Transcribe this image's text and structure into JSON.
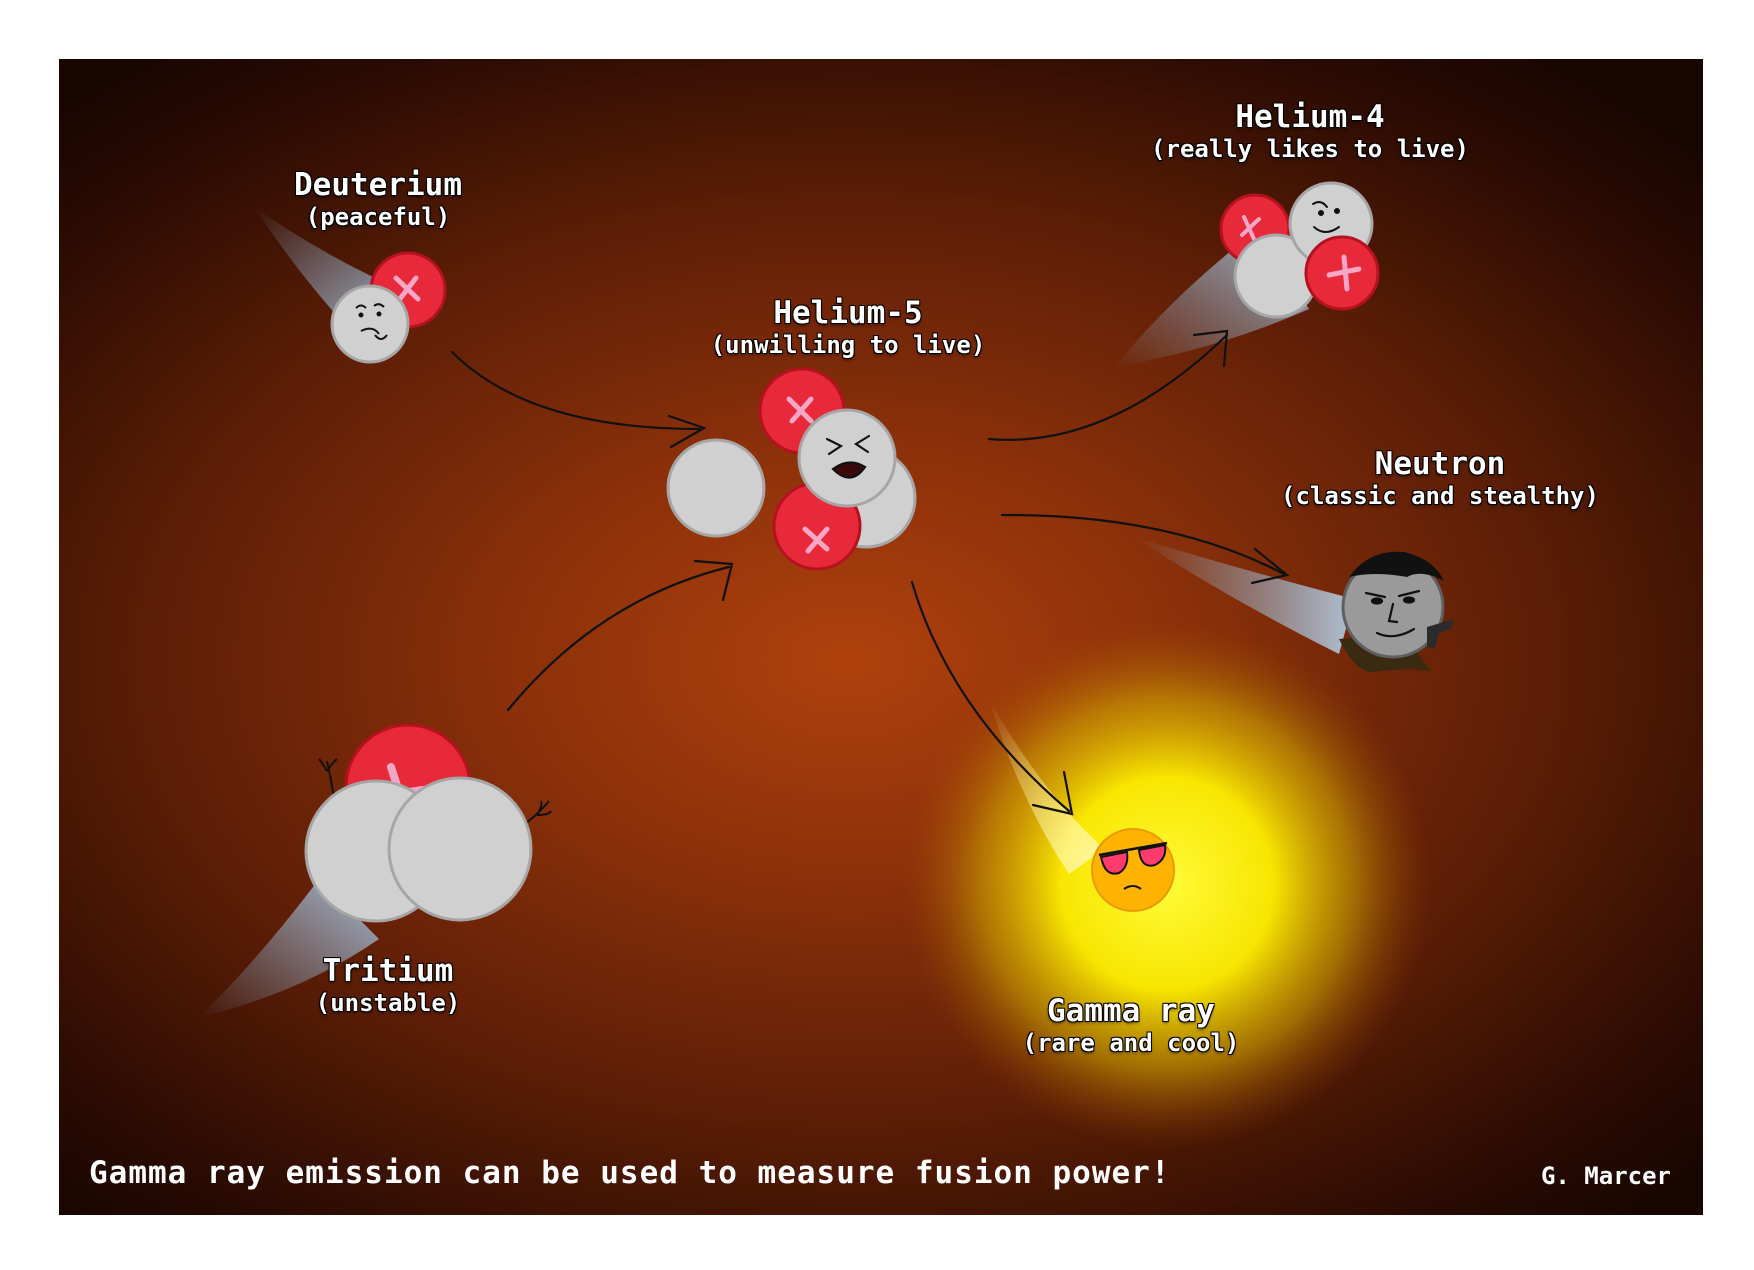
{
  "particles": {
    "deuterium": {
      "name": "Deuterium",
      "description": "(peaceful)"
    },
    "tritium": {
      "name": "Tritium",
      "description": "(unstable)"
    },
    "helium5": {
      "name": "Helium-5",
      "description": "(unwilling to live)"
    },
    "helium4": {
      "name": "Helium-4",
      "description": "(really likes to live)"
    },
    "neutron": {
      "name": "Neutron",
      "description": "(classic and stealthy)"
    },
    "gamma": {
      "name": "Gamma ray",
      "description": "(rare and cool)"
    }
  },
  "caption": "Gamma ray emission can be used to measure fusion power!",
  "credit": "G. Marcer",
  "colors": {
    "proton": "#e8293a",
    "neutron_ball": "#cfcfcf",
    "gamma_glow": "#fff200",
    "background_center": "#b0410c",
    "background_edge": "#1a0601"
  },
  "icons": [
    "proton-plus-icon",
    "face-icon",
    "sunglasses-icon",
    "arrow-icon"
  ]
}
